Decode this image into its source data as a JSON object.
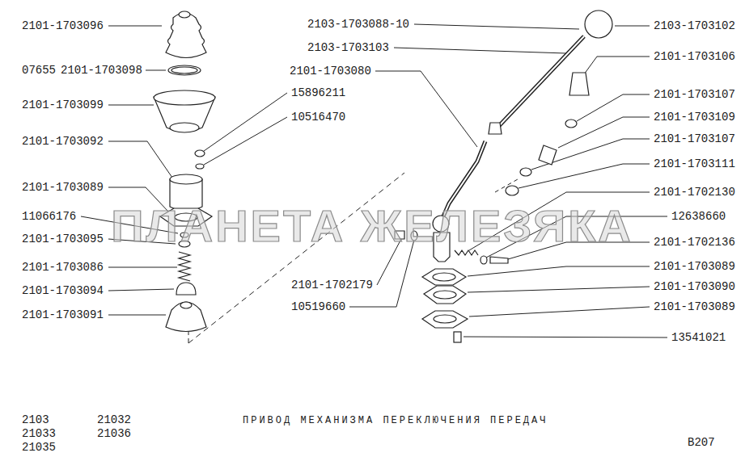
{
  "diagram": {
    "title": "ПРИВОД МЕХАНИЗМА ПЕРЕКЛЮЧЕНИЯ ПЕРЕДАЧ",
    "labels": [
      "2101-1703096",
      "07655",
      "2101-1703098",
      "2101-1703099",
      "15896211",
      "10516470",
      "2101-1703092",
      "2101-1703089",
      "11066176",
      "2101-1703095",
      "2101-1703086",
      "2101-1703094",
      "2101-1703091",
      "2103-1703088-10",
      "2103-1703103",
      "2101-1703080",
      "2101-1702179",
      "10519660",
      "2103-1703102",
      "2101-1703106",
      "2101-1703107",
      "2101-1703109",
      "2101-1703107",
      "2101-1703111",
      "2101-1702130",
      "12638660",
      "2101-1702136",
      "2101-1703089",
      "2101-1703090",
      "2101-1703089",
      "13541021",
      "2103",
      "21033",
      "21035",
      "21032",
      "21036",
      "B207",
      "ПЛАНЕТА ЖЕЛЕЗЯКА"
    ]
  }
}
